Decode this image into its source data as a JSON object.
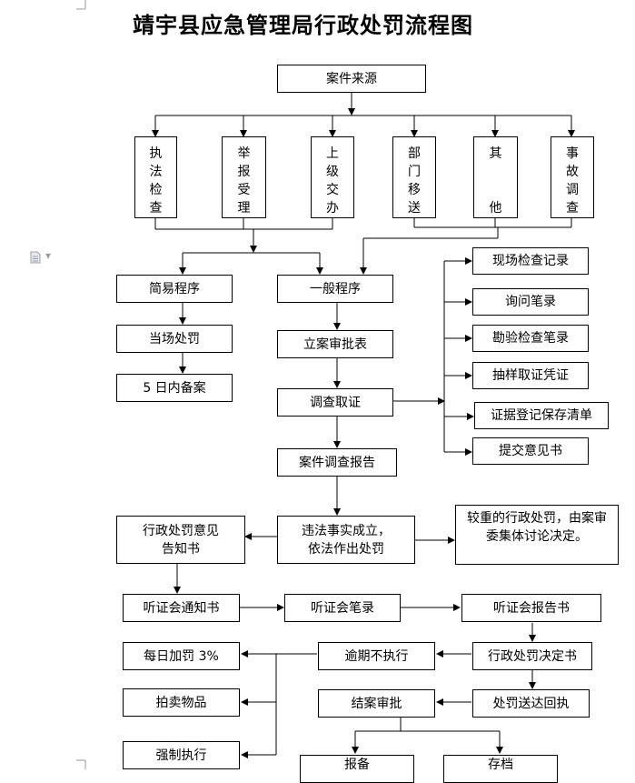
{
  "title": "靖宇县应急管理局行政处罚流程图",
  "nodes": {
    "source": "案件来源",
    "source_types": [
      {
        "chars": [
          "执",
          "法",
          "检",
          "查"
        ]
      },
      {
        "chars": [
          "举",
          "报",
          "受",
          "理"
        ]
      },
      {
        "chars": [
          "上",
          "级",
          "交",
          "办"
        ]
      },
      {
        "chars": [
          "部",
          "门",
          "移",
          "送"
        ]
      },
      {
        "chars": [
          "其",
          "",
          "",
          "他"
        ]
      },
      {
        "chars": [
          "事",
          "故",
          "调",
          "查"
        ]
      }
    ],
    "simple": "简易程序",
    "onsite_penalty": "当场处罚",
    "filing_5day": "5 日内备案",
    "general": "一般程序",
    "case_approval": "立案审批表",
    "investigation": "调查取证",
    "investigation_report": "案件调查报告",
    "evidence": [
      "现场检查记录",
      "询问笔录",
      "勘验检查笔录",
      "抽样取证凭证",
      "证据登记保存清单",
      "提交意见书"
    ],
    "penalty_notice": "行政处罚意见\n告知书",
    "violation": "违法事实成立，\n依法作出处罚",
    "serious": "较重的行政处罚，由案审\n委集体讨论决定。",
    "hearing_notice": "听证会通知书",
    "hearing_record": "听证会笔录",
    "hearing_report": "听证会报告书",
    "daily_fine": "每日加罚 3%",
    "overdue": "逾期不执行",
    "decision": "行政处罚决定书",
    "auction": "拍卖物品",
    "closing": "结案审批",
    "delivery_receipt": "处罚送达回执",
    "enforcement": "强制执行",
    "report": "报备",
    "archive": "存档"
  }
}
